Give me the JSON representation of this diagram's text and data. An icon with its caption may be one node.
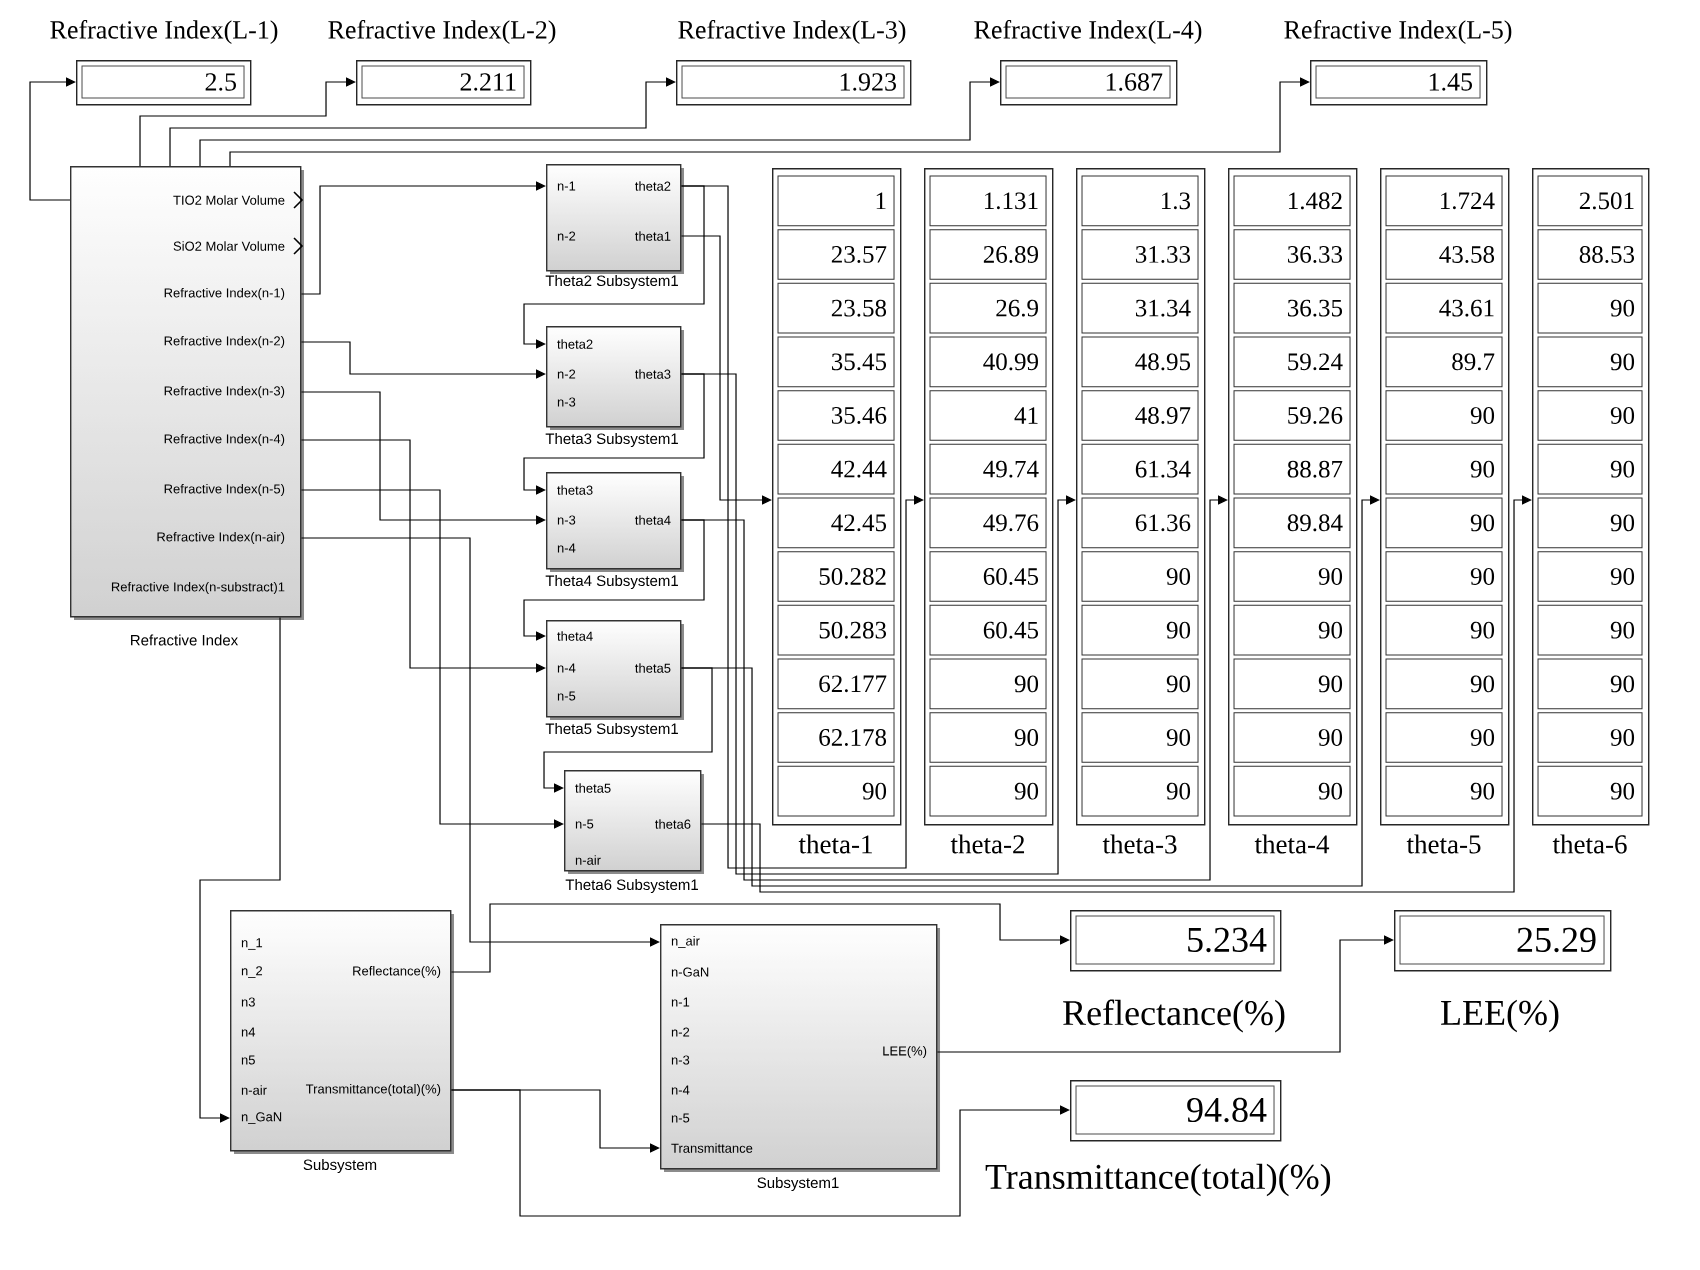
{
  "diagram": {
    "nodes": [
      {
        "text": [
          "TIO2 Molar Volume",
          "SiO2 Molar Volume",
          "Refractive Index(n-1)",
          "Refractive Index(n-2)",
          "Refractive Index(n-3)",
          "Refractive Index(n-4)",
          "Refractive Index(n-5)",
          "Refractive Index(n-air)",
          "Refractive Index(n-substract)1",
          "Refractive Index"
        ]
      },
      {
        "text": [
          "Refractive Index(L-1)",
          "2.5"
        ]
      },
      {
        "text": [
          "Refractive Index(L-2)",
          "2.211"
        ]
      },
      {
        "text": [
          "Refractive Index(L-3)",
          "1.923"
        ]
      },
      {
        "text": [
          "Refractive Index(L-4)",
          "1.687"
        ]
      },
      {
        "text": [
          "Refractive Index(L-5)",
          "1.45"
        ]
      },
      {
        "text": [
          "n-1",
          "n-2",
          "theta2",
          "theta1",
          "Theta2 Subsystem1"
        ]
      },
      {
        "text": [
          "theta2",
          "n-2",
          "n-3",
          "theta3",
          "Theta3 Subsystem1"
        ]
      },
      {
        "text": [
          "theta3",
          "n-3",
          "n-4",
          "theta4",
          "Theta4 Subsystem1"
        ]
      },
      {
        "text": [
          "theta4",
          "n-4",
          "n-5",
          "theta5",
          "Theta5 Subsystem1"
        ]
      },
      {
        "text": [
          "theta5",
          "n-5",
          "n-air",
          "theta6",
          "Theta6 Subsystem1"
        ]
      },
      {
        "text": [
          "1",
          "23.57",
          "23.58",
          "35.45",
          "35.46",
          "42.44",
          "42.45",
          "50.282",
          "50.283",
          "62.177",
          "62.178",
          "90",
          "theta-1"
        ]
      },
      {
        "text": [
          "1.131",
          "26.89",
          "26.9",
          "40.99",
          "41",
          "49.74",
          "49.76",
          "60.45",
          "60.45",
          "90",
          "90",
          "90",
          "theta-2"
        ]
      },
      {
        "text": [
          "1.3",
          "31.33",
          "31.34",
          "48.95",
          "48.97",
          "61.34",
          "61.36",
          "90",
          "90",
          "90",
          "90",
          "90",
          "theta-3"
        ]
      },
      {
        "text": [
          "1.482",
          "36.33",
          "36.35",
          "59.24",
          "59.26",
          "88.87",
          "89.84",
          "90",
          "90",
          "90",
          "90",
          "90",
          "theta-4"
        ]
      },
      {
        "text": [
          "1.724",
          "43.58",
          "43.61",
          "89.7",
          "90",
          "90",
          "90",
          "90",
          "90",
          "90",
          "90",
          "90",
          "theta-5"
        ]
      },
      {
        "text": [
          "2.501",
          "88.53",
          "90",
          "90",
          "90",
          "90",
          "90",
          "90",
          "90",
          "90",
          "90",
          "90",
          "theta-6"
        ]
      },
      {
        "text": [
          "n_1",
          "n_2",
          "n3",
          "n4",
          "n5",
          "n-air",
          "n_GaN",
          "Reflectance(%)",
          "Transmittance(total)(%)",
          "Subsystem"
        ]
      },
      {
        "text": [
          "n_air",
          "n-GaN",
          "n-1",
          "n-2",
          "n-3",
          "n-4",
          "n-5",
          "Transmittance",
          "LEE(%)",
          "Subsystem1"
        ]
      },
      {
        "text": [
          "5.234",
          "Reflectance(%)"
        ]
      },
      {
        "text": [
          "25.29",
          "LEE(%)"
        ]
      },
      {
        "text": [
          "94.84",
          "Transmittance(total)(%)"
        ]
      }
    ],
    "edges": [
      {
        "from": 0,
        "to": 1,
        "arrow": "to"
      },
      {
        "from": 0,
        "to": 2,
        "arrow": "to"
      },
      {
        "from": 0,
        "to": 3,
        "arrow": "to"
      },
      {
        "from": 0,
        "to": 4,
        "arrow": "to"
      },
      {
        "from": 0,
        "to": 5,
        "arrow": "to"
      },
      {
        "from": 0,
        "to": 6,
        "arrow": "to"
      },
      {
        "from": 0,
        "to": 7,
        "arrow": "to"
      },
      {
        "from": 0,
        "to": 8,
        "arrow": "to"
      },
      {
        "from": 0,
        "to": 9,
        "arrow": "to"
      },
      {
        "from": 0,
        "to": 10,
        "arrow": "to"
      },
      {
        "from": 0,
        "to": 18,
        "arrow": "to"
      },
      {
        "from": 0,
        "to": 17,
        "arrow": "to"
      },
      {
        "from": 6,
        "to": 7,
        "arrow": "to"
      },
      {
        "from": 7,
        "to": 8,
        "arrow": "to"
      },
      {
        "from": 8,
        "to": 9,
        "arrow": "to"
      },
      {
        "from": 9,
        "to": 10,
        "arrow": "to"
      },
      {
        "from": 6,
        "to": 11,
        "arrow": "to"
      },
      {
        "from": 6,
        "to": 12,
        "arrow": "to"
      },
      {
        "from": 7,
        "to": 13,
        "arrow": "to"
      },
      {
        "from": 8,
        "to": 14,
        "arrow": "to"
      },
      {
        "from": 9,
        "to": 15,
        "arrow": "to"
      },
      {
        "from": 10,
        "to": 16,
        "arrow": "to"
      },
      {
        "from": 17,
        "to": 19,
        "arrow": "to"
      },
      {
        "from": 17,
        "to": 18,
        "arrow": "to"
      },
      {
        "from": 17,
        "to": 21,
        "arrow": "to"
      },
      {
        "from": 18,
        "to": 20,
        "arrow": "to"
      }
    ]
  }
}
